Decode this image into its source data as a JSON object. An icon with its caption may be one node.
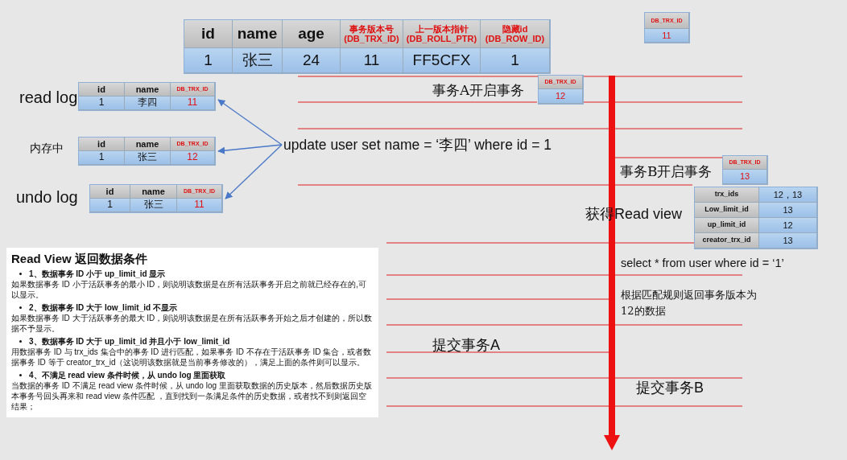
{
  "diagram": {
    "nodes": [
      {
        "text": [
          "update user set name = ‘李四’ where id = 1"
        ]
      },
      {
        "text": [
          "id",
          "name",
          "DB_TRX_ID",
          "1",
          "李四",
          "11"
        ],
        "beside": [
          "read log"
        ]
      },
      {
        "text": [
          "id",
          "name",
          "DB_TRX_ID",
          "1",
          "张三",
          "12"
        ],
        "beside": [
          "内存中"
        ]
      },
      {
        "text": [
          "id",
          "name",
          "DB_TRX_ID",
          "1",
          "张三",
          "11"
        ],
        "beside": [
          "undo log"
        ]
      },
      {
        "text": [
          "Read View 返回数据条件",
          "1、数据事务 ID 小于 up_limit_id 显示",
          "如果数据事务 ID 小于活跃事务的最小 ID，则说明该数据是在所有活跃事务开启之前就已经存在的,可以显示。",
          "2、数据事务 ID 大于 low_limit_id 不显示",
          "如果数据事务 ID 大于活跃事务的最大 ID，则说明该数据是在所有活跃事务开始之后才创建的，所以数据不予显示。",
          "3、数据事务 ID 大于 up_limit_id 并且小于 low_limit_id",
          "用数据事务 ID 与 trx_ids 集合中的事务 ID 进行匹配，如果事务 ID 不存在于活跃事务 ID 集合，或者数据事务 ID 等于 creator_trx_id（这说明该数据就是当前事务修改的），满足上面的条件则可以显示。",
          "4、不满足 read view 条件时候，从 undo log 里面获取",
          "当数据的事务 ID 不满足 read view 条件时候，从 undo log 里面获取数据的历史版本，然后数据历史版本事务号回头再来和 read view 条件匹配 ，直到找到一条满足条件的历史数据，或者找不到则返回空结果；"
        ]
      }
    ],
    "edges": [
      {
        "from": 0,
        "to": 1,
        "arrow": "to"
      },
      {
        "from": 0,
        "to": 2,
        "arrow": "to"
      },
      {
        "from": 0,
        "to": 3,
        "arrow": "to"
      }
    ],
    "labels": [
      "id",
      "name",
      "age",
      "事务版本号 (DB_TRX_ID)",
      "上一版本指针 (DB_ROLL_PTR)",
      "隐藏id (DB_ROW_ID)",
      "1",
      "张三",
      "24",
      "11",
      "FF5CFX",
      "1",
      "DB_TRX_ID",
      "11",
      "事务A开启事务",
      "DB_TRX_ID",
      "12",
      "事务B开启事务",
      "DB_TRX_ID",
      "13",
      "获得Read view",
      "trx_ids",
      "12，13",
      "Low_limit_id",
      "13",
      "up_limit_id",
      "12",
      "creator_trx_id",
      "13",
      "select * from user where id = ‘1’",
      "根据匹配规则返回事务版本为12的数据",
      "提交事务A",
      "提交事务B"
    ]
  }
}
